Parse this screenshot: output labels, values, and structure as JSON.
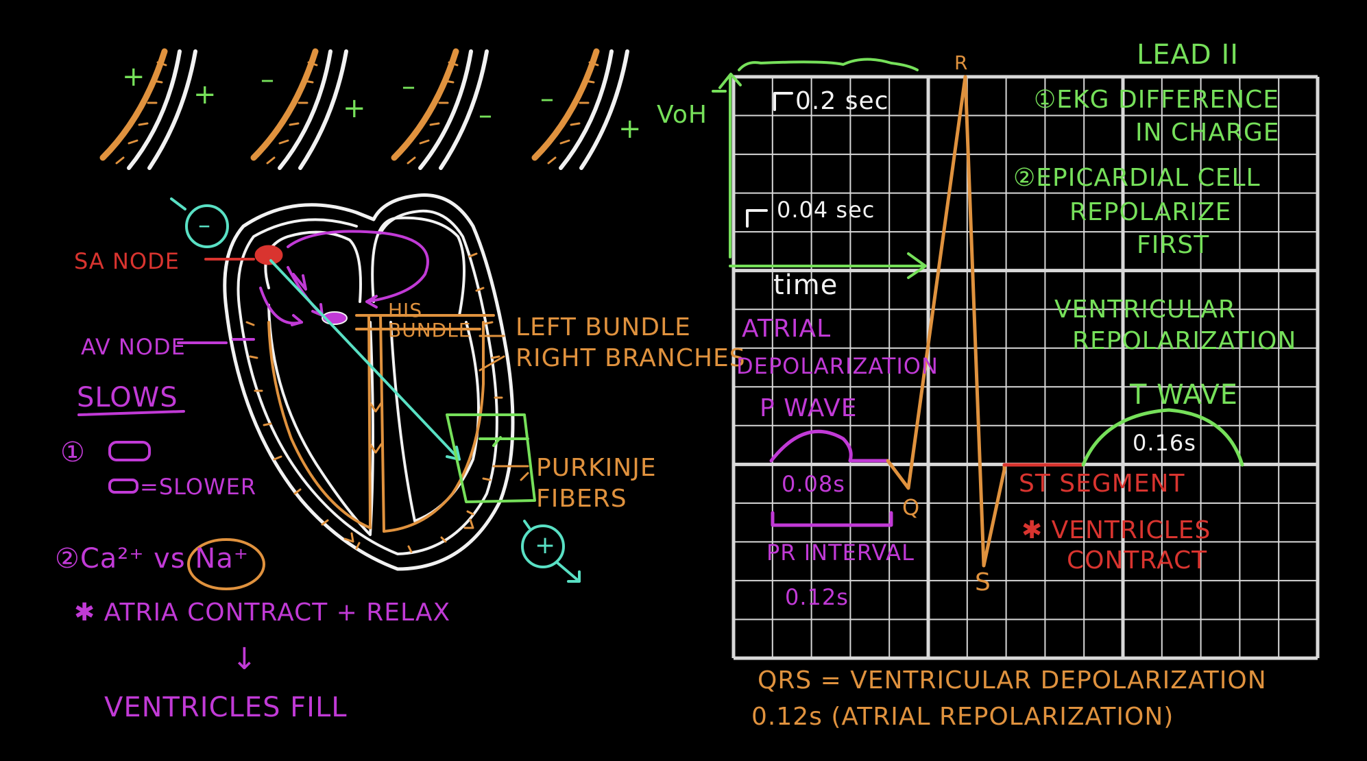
{
  "colors": {
    "background": "#000000",
    "grid": "#d9d9d9",
    "orange": "#e0923e",
    "green": "#76e05a",
    "purple": "#c13ad6",
    "red": "#d9342f",
    "teal": "#59e0c4",
    "white": "#f2f2f2"
  },
  "cell_strips": {
    "symbols": [
      "+",
      "+",
      "–",
      "+",
      "–",
      "–",
      "–",
      "+"
    ],
    "voltage_label": "VoH"
  },
  "heart": {
    "electrode_negative": "–",
    "electrode_positive": "+",
    "sa_node": "SA NODE",
    "av_node": "AV NODE",
    "his_bundle": "HIS BUNDLE",
    "left_bundle": "LEFT BUNDLE",
    "right_branches": "RIGHT BRANCHES",
    "purkinje_fibers": "PURKINJE FIBERS"
  },
  "notes_left": {
    "slows": "SLOWS",
    "point1": "①",
    "slower": "=SLOWER",
    "point2": "②Ca²⁺ vs Na⁺",
    "atria": "✱ ATRIA CONTRACT + RELAX",
    "arrow": "↓",
    "ventricles_fill": "VENTRICLES FILL"
  },
  "ecg": {
    "lead": "LEAD II",
    "large_box": "0.2 sec",
    "small_box": "0.04 sec",
    "time_axis": "time",
    "peak_r": "R",
    "peak_q": "Q",
    "peak_s": "S",
    "atrial_depolarization": [
      "ATRIAL",
      "DEPOLARIZATION"
    ],
    "p_wave": "P WAVE",
    "p_duration": "0.08s",
    "pr_interval": "PR INTERVAL",
    "pr_duration": "0.12s",
    "st_segment": "ST SEGMENT",
    "ventricles_contract": [
      "✱ VENTRICLES",
      "CONTRACT"
    ],
    "t_wave": "T WAVE",
    "t_duration": "0.16s",
    "ventricular_repolarization": [
      "VENTRICULAR",
      "REPOLARIZATION"
    ],
    "note1": [
      "①EKG DIFFERENCE",
      "IN CHARGE"
    ],
    "note2": [
      "②EPICARDIAL CELL",
      "REPOLARIZE",
      "FIRST"
    ]
  },
  "bottom": {
    "qrs": "QRS = VENTRICULAR DEPOLARIZATION",
    "qrs_duration": "0.12s (ATRIAL REPOLARIZATION)"
  }
}
